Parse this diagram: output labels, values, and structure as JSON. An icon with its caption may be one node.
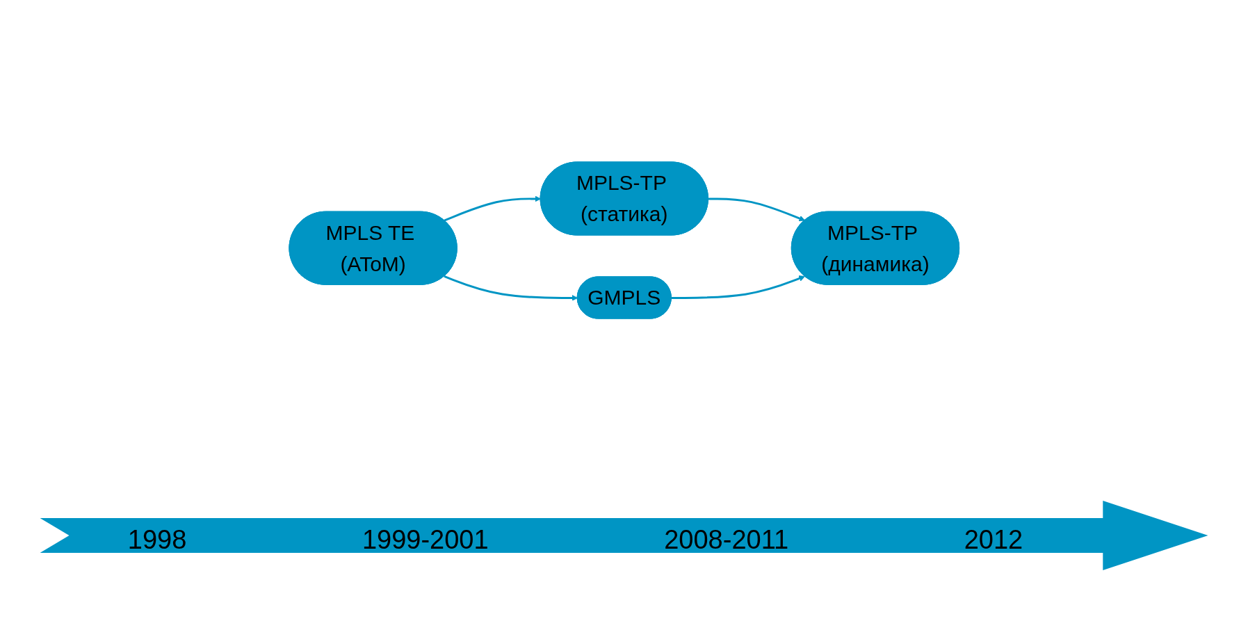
{
  "diagram": {
    "nodes": [
      {
        "text": [
          "MPLS TE (AToM)"
        ]
      },
      {
        "text": [
          "MPLS-TP (статика)"
        ]
      },
      {
        "text": [
          "MPLS-TP (динамика)"
        ]
      },
      {
        "text": [
          "GMPLS"
        ]
      }
    ],
    "edges": [
      {
        "from": 0,
        "to": 1,
        "arrow": "to"
      },
      {
        "from": 1,
        "to": 2,
        "arrow": "to"
      },
      {
        "from": 0,
        "to": 3,
        "arrow": "to"
      },
      {
        "from": 3,
        "to": 2,
        "arrow": "to"
      }
    ],
    "labels": [
      "1998",
      "1999-2001",
      "2008-2011",
      "2012"
    ]
  }
}
